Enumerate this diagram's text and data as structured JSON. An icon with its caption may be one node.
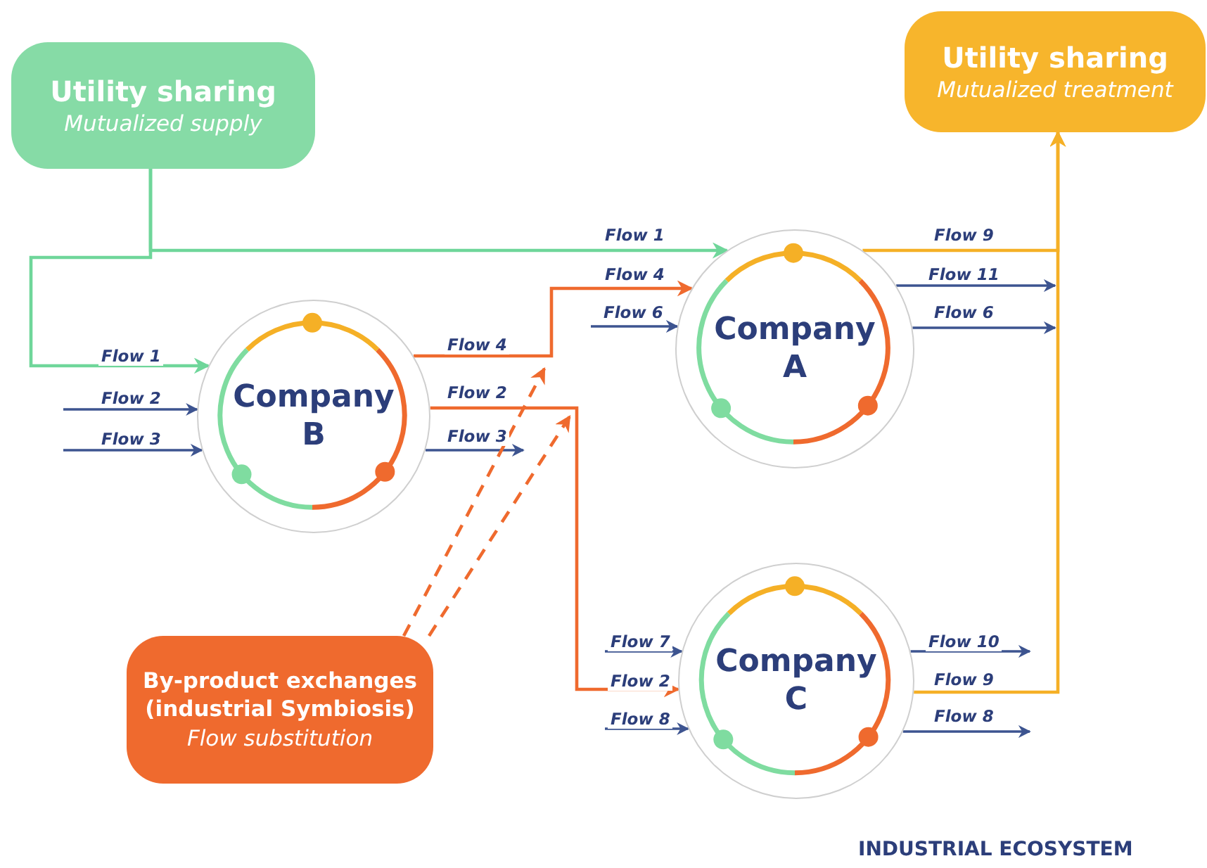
{
  "diagram": {
    "nodes": [
      {
        "text": [
          "Utility sharing",
          "Mutualized supply"
        ]
      },
      {
        "text": [
          "Utility sharing",
          "Mutualized treatment"
        ]
      },
      {
        "text": [
          "Company B"
        ]
      },
      {
        "text": [
          "Company A"
        ]
      },
      {
        "text": [
          "Company C"
        ]
      },
      {
        "text": [
          "By-product exchanges (industrial Symbiosis)",
          "Flow substitution"
        ]
      }
    ],
    "edges": [
      {
        "from": 0,
        "to": 2,
        "label": "Flow 1",
        "arrow": "to",
        "color": "#6fd69a"
      },
      {
        "from": 0,
        "to": 3,
        "label": "Flow 1",
        "arrow": "to",
        "color": "#6fd69a"
      },
      {
        "from": null,
        "to": 2,
        "label": "Flow 2",
        "arrow": "to"
      },
      {
        "from": null,
        "to": 2,
        "label": "Flow 3",
        "arrow": "to"
      },
      {
        "from": 2,
        "to": 3,
        "label": "Flow 4",
        "arrow": "to",
        "color": "#ef6a2e"
      },
      {
        "from": 2,
        "to": 4,
        "label": "Flow 2",
        "arrow": "to",
        "color": "#ef6a2e"
      },
      {
        "from": 2,
        "to": null,
        "label": "Flow 3",
        "arrow": "to"
      },
      {
        "from": null,
        "to": 3,
        "label": "Flow 6",
        "arrow": "to"
      },
      {
        "from": 3,
        "to": 1,
        "label": "Flow 9",
        "arrow": "to",
        "color": "#f5b026"
      },
      {
        "from": 3,
        "to": null,
        "label": "Flow 11",
        "arrow": "to"
      },
      {
        "from": 3,
        "to": null,
        "label": "Flow 6",
        "arrow": "to"
      },
      {
        "from": null,
        "to": 4,
        "label": "Flow 7",
        "arrow": "to"
      },
      {
        "from": null,
        "to": 4,
        "label": "Flow 8",
        "arrow": "to"
      },
      {
        "from": 4,
        "to": null,
        "label": "Flow 10",
        "arrow": "to"
      },
      {
        "from": 4,
        "to": 1,
        "label": "Flow 9",
        "arrow": "to",
        "color": "#f5b026"
      },
      {
        "from": 4,
        "to": null,
        "label": "Flow 8",
        "arrow": "to"
      },
      {
        "from": 5,
        "to": null,
        "arrow": "to",
        "style": "dashed",
        "color": "#ef6a2e"
      },
      {
        "from": 5,
        "to": null,
        "arrow": "to",
        "style": "dashed",
        "color": "#ef6a2e"
      }
    ],
    "labels": [
      "Flow 4",
      "Flow 2",
      "INDUSTRIAL ECOSYSTEM"
    ]
  }
}
